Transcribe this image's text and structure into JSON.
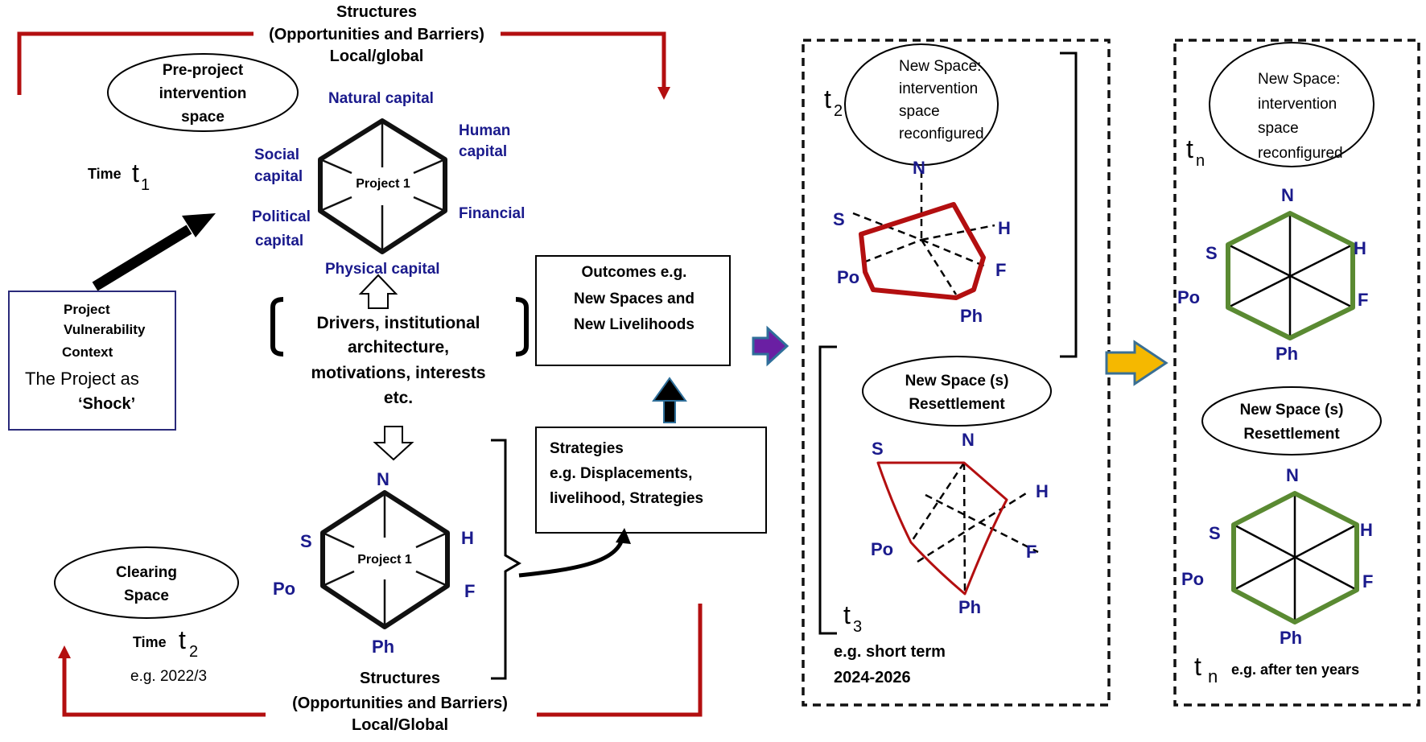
{
  "colors": {
    "red": "#b30f10",
    "navy": "#1a1a8c",
    "green": "#5a8a32",
    "purple": "#6a1fa3",
    "teal": "#2f6f9a",
    "gold": "#f5b800",
    "steel": "#3a6f93",
    "black": "#000000"
  },
  "structures_top": {
    "title": "Structures",
    "subtitle": "(Opportunities and Barriers)",
    "scope": "Local/global"
  },
  "structures_bottom": {
    "title": "Structures",
    "subtitle": "(Opportunities and Barriers)",
    "scope": "Local/Global"
  },
  "pre_project": {
    "line1": "Pre-project",
    "line2": "intervention",
    "line3": "space"
  },
  "time1": {
    "label": "Time",
    "var": "t",
    "sub": "1"
  },
  "capitals": {
    "natural": "Natural capital",
    "human_1": "Human",
    "human_2": "capital",
    "social_1": "Social",
    "social_2": "capital",
    "financial": "Financial",
    "political_1": "Political",
    "political_2": "capital",
    "physical": "Physical capital"
  },
  "project_label": "Project 1",
  "vulnerability": {
    "line1": "Project",
    "line2": "Vulnerability",
    "line3": "Context",
    "line4": "The Project as",
    "line5": "‘Shock’"
  },
  "drivers": {
    "line1": "Drivers, institutional",
    "line2": "architecture,",
    "line3": "motivations, interests",
    "line4": "etc."
  },
  "outcomes": {
    "line1": "Outcomes e.g.",
    "line2": "New Spaces and",
    "line3": "New Livelihoods"
  },
  "strategies": {
    "line1": "Strategies",
    "line2": "e.g. Displacements,",
    "line3": "livelihood, Strategies"
  },
  "clearing": {
    "line1": "Clearing",
    "line2": "Space"
  },
  "time2": {
    "label": "Time",
    "var": "t",
    "sub": "2",
    "example": "e.g. 2022/3"
  },
  "abbrev": {
    "n": "N",
    "s": "S",
    "h": "H",
    "po": "Po",
    "f": "F",
    "ph": "Ph"
  },
  "panel_t2": {
    "title_1": "New Space:",
    "title_2": "intervention",
    "title_3": "space",
    "title_4": "reconfigured",
    "var": "t",
    "sub": "2"
  },
  "panel_t3": {
    "title_1": "New Space (s)",
    "title_2": "Resettlement",
    "var": "t",
    "sub": "3",
    "note_1": "e.g. short term",
    "note_2": "2024-2026"
  },
  "panel_tn": {
    "title_1": "New Space:",
    "title_2": "intervention",
    "title_3": "space",
    "title_4": "reconfigured",
    "var": "t",
    "sub": "n",
    "res_1": "New Space (s)",
    "res_2": "Resettlement",
    "foot_var": "t",
    "foot_sub": "n",
    "foot_note": "e.g. after ten years"
  }
}
